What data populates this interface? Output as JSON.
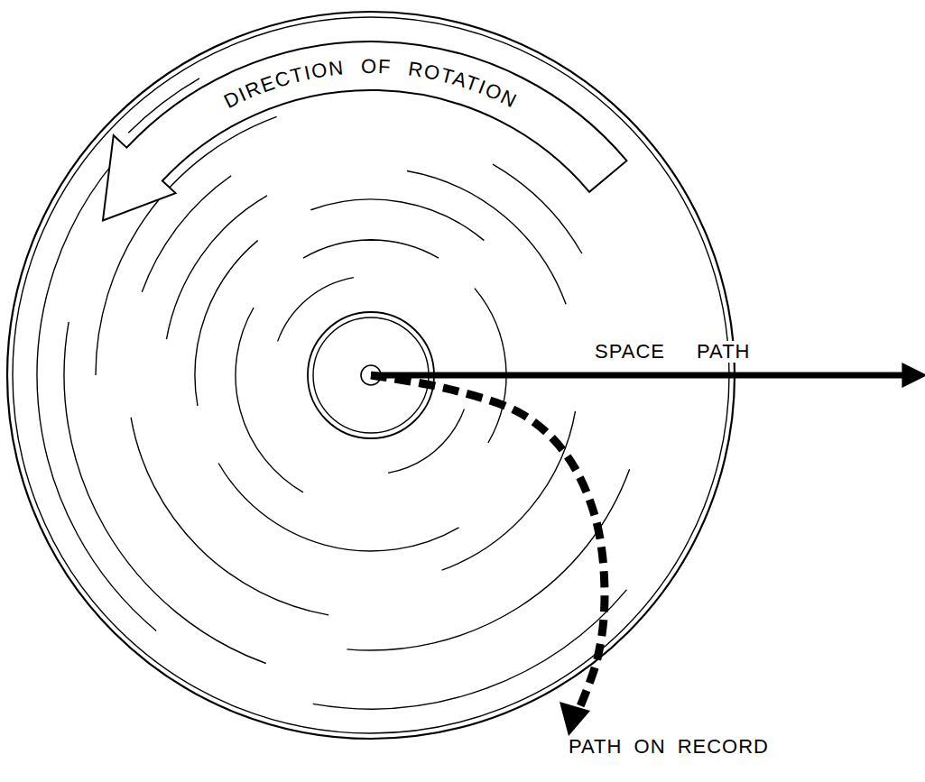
{
  "diagram": {
    "labels": [
      "DIRECTION OF ROTATION",
      "SPACE PATH",
      "PATH ON RECORD"
    ]
  }
}
